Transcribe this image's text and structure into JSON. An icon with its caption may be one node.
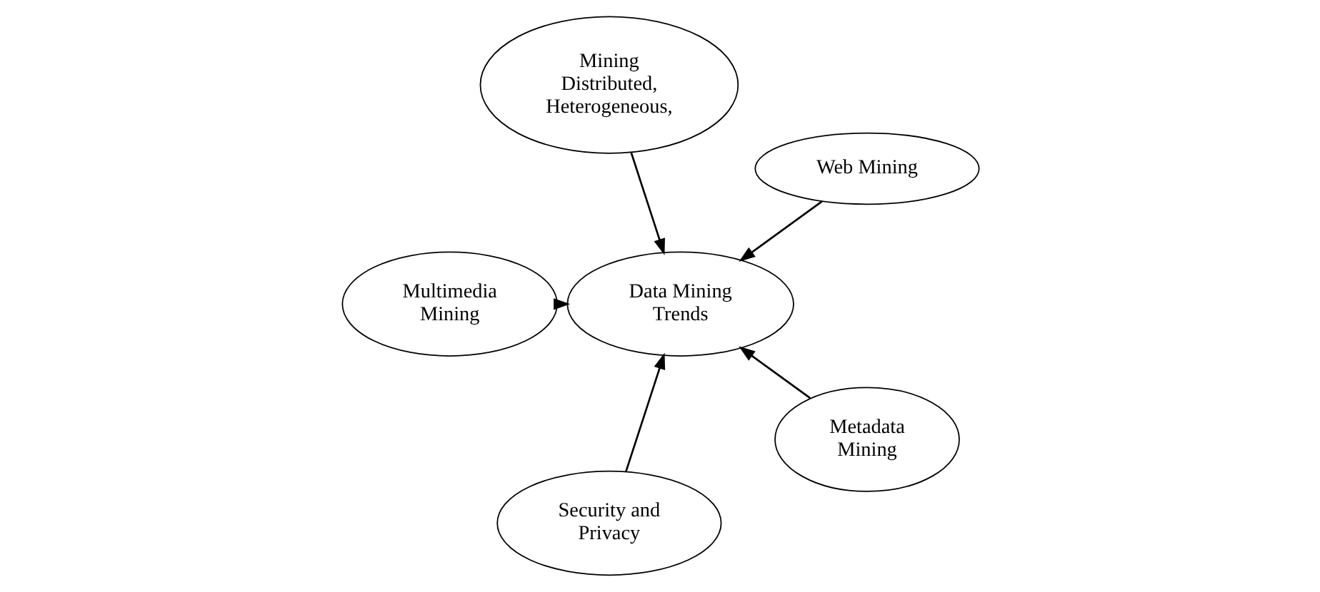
{
  "diagram": {
    "nodes": [
      {
        "text": [
          "Web Mining"
        ]
      },
      {
        "text": [
          "Mining Distributed, Heterogeneous,"
        ]
      },
      {
        "text": [
          "Multimedia Mining"
        ]
      },
      {
        "text": [
          "Security and Privacy"
        ]
      },
      {
        "text": [
          "Data Mining Trends"
        ]
      },
      {
        "text": [
          "Metadata Mining"
        ]
      }
    ],
    "edges": [
      {
        "from": 2,
        "to": 4,
        "arrow": "to"
      },
      {
        "from": 0,
        "to": 4,
        "arrow": "to"
      },
      {
        "from": 1,
        "to": 4,
        "arrow": "to"
      },
      {
        "from": 3,
        "to": 4,
        "arrow": "to"
      },
      {
        "from": 5,
        "to": 4,
        "arrow": "to"
      }
    ]
  }
}
